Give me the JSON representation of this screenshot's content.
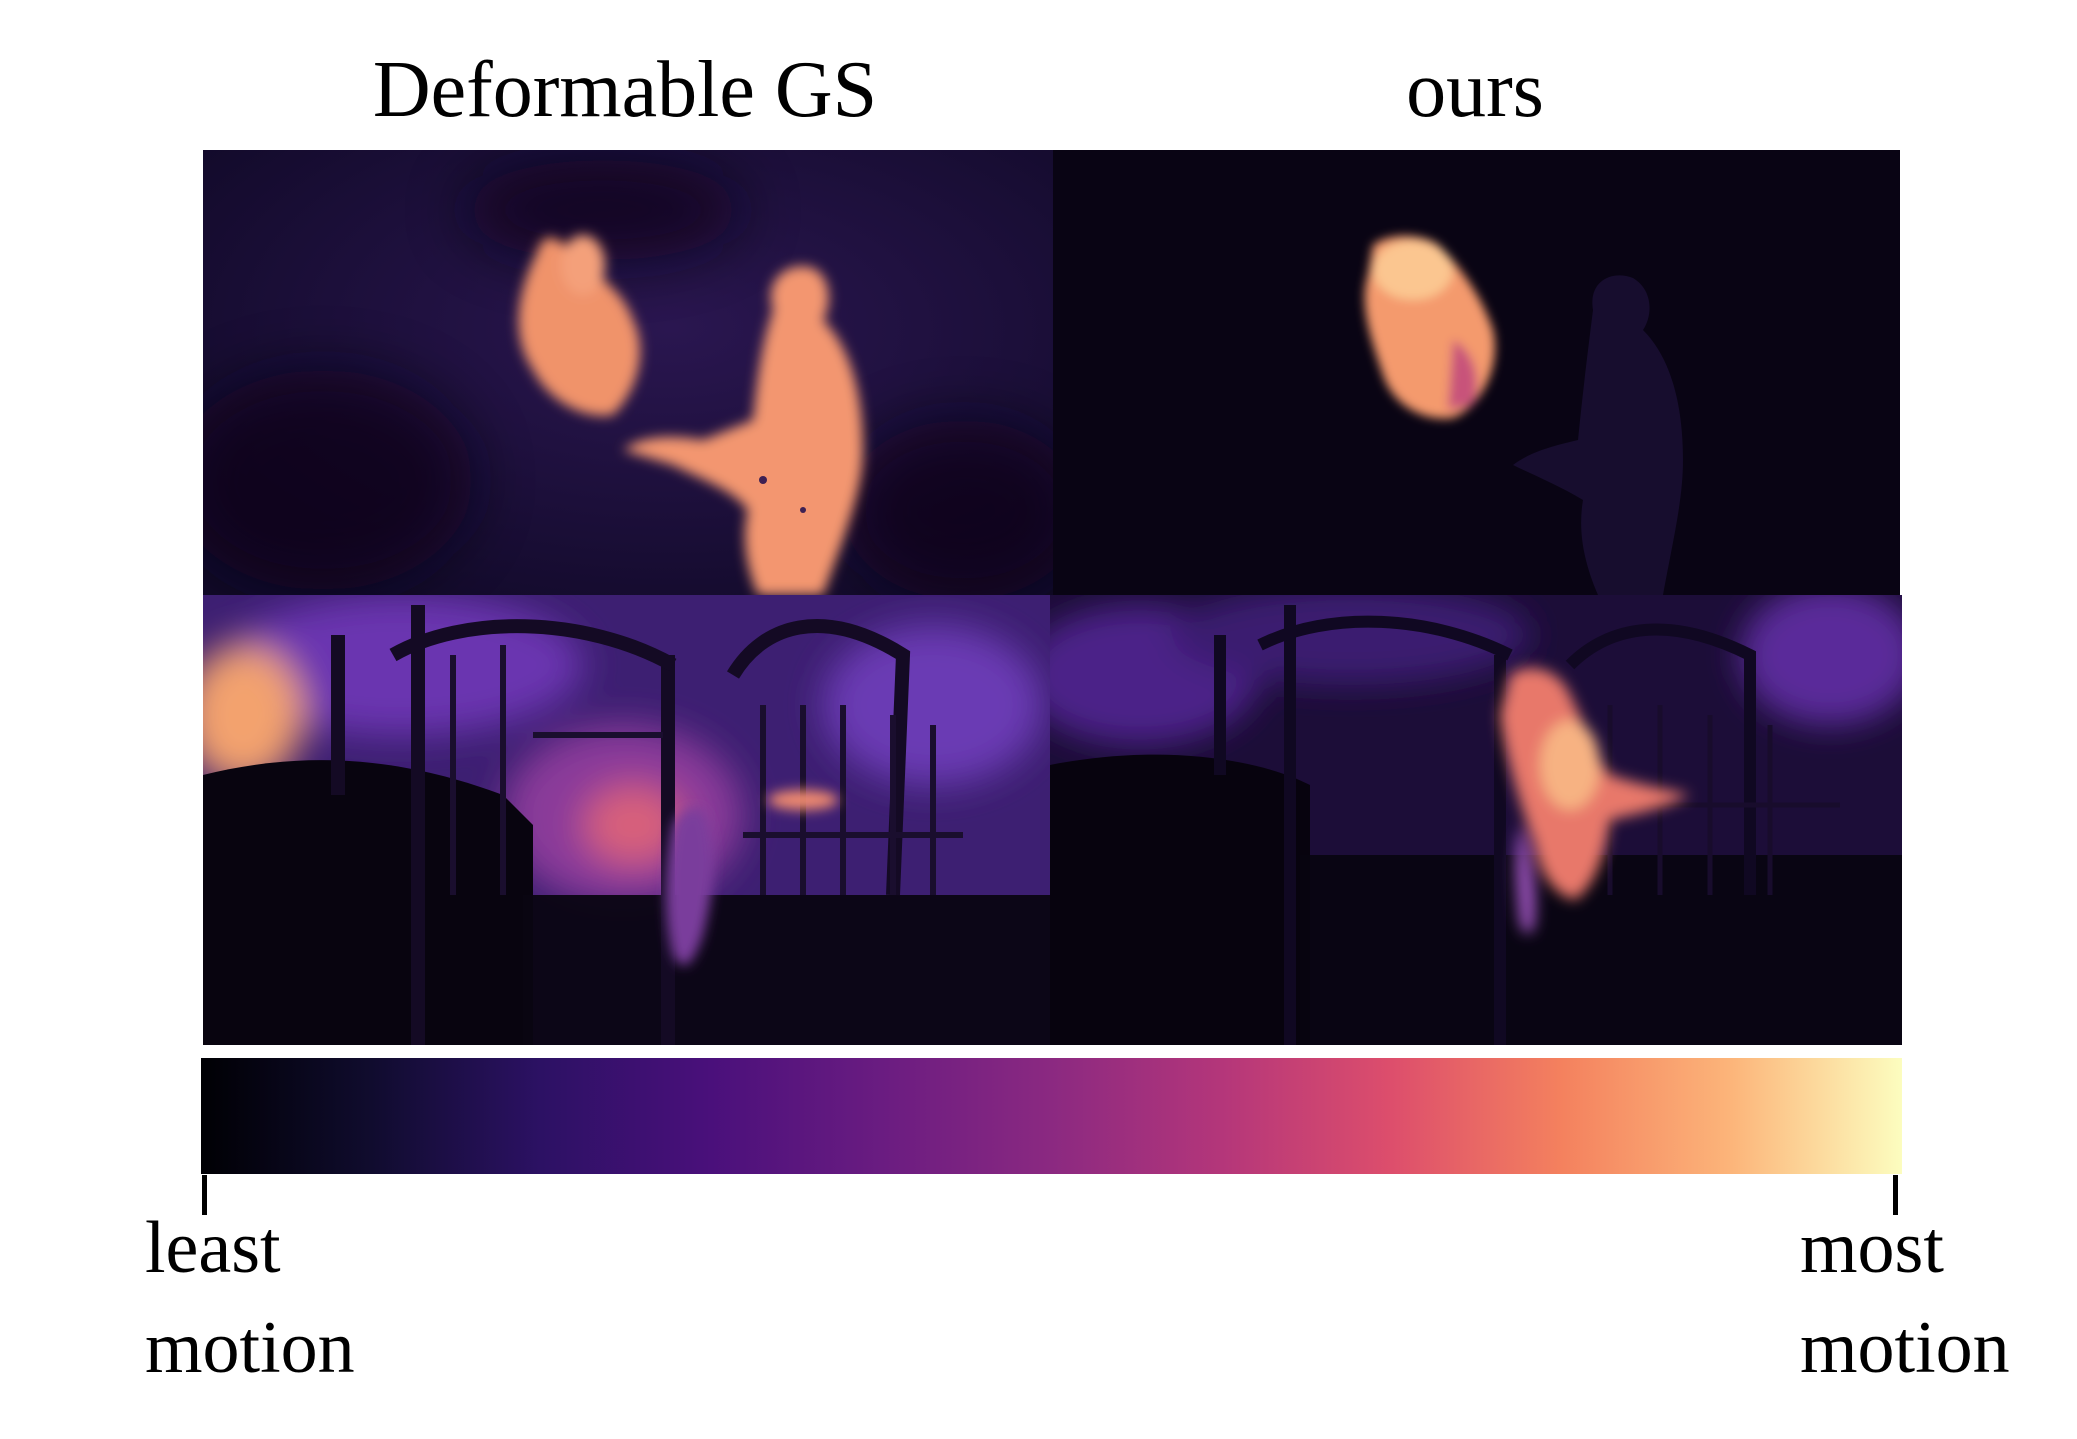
{
  "columns": {
    "left_title": "Deformable GS",
    "right_title": "ours"
  },
  "colorbar": {
    "colormap": "magma",
    "stops": [
      "#000004",
      "#2c1164",
      "#6a1c81",
      "#b4367a",
      "#f4815e",
      "#fcfdbf"
    ],
    "min_label_line1": "least",
    "min_label_line2": "motion",
    "max_label_line1": "most",
    "max_label_line2": "motion"
  },
  "panels": [
    {
      "row": "top",
      "column": "Deformable GS",
      "scene": "person-tossing-object",
      "icon": "motion-heatmap"
    },
    {
      "row": "top",
      "column": "ours",
      "scene": "person-tossing-object",
      "icon": "motion-heatmap"
    },
    {
      "row": "bottom",
      "column": "Deformable GS",
      "scene": "playground",
      "icon": "motion-heatmap"
    },
    {
      "row": "bottom",
      "column": "ours",
      "scene": "playground",
      "icon": "motion-heatmap"
    }
  ]
}
